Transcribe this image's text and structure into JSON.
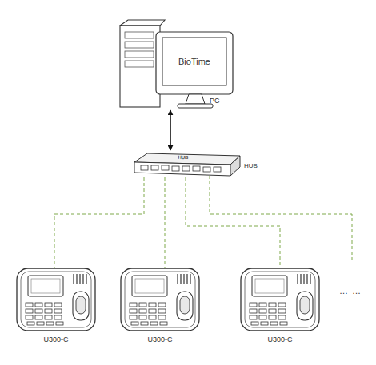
{
  "diagram": {
    "nodes": [
      {
        "text": [
          "BioTime",
          "PC"
        ]
      },
      {
        "text": [
          "HUB",
          "HUB"
        ]
      },
      {
        "text": [
          "U300-C"
        ]
      },
      {
        "text": [
          "U300-C"
        ]
      },
      {
        "text": [
          "U300-C"
        ]
      }
    ],
    "edges": [
      {
        "from": 0,
        "to": 1,
        "arrow": "both"
      },
      {
        "from": 1,
        "to": 2,
        "arrow": "none"
      },
      {
        "from": 1,
        "to": 3,
        "arrow": "none"
      },
      {
        "from": 1,
        "to": 4,
        "arrow": "none"
      }
    ],
    "labels": [
      "… …"
    ]
  }
}
